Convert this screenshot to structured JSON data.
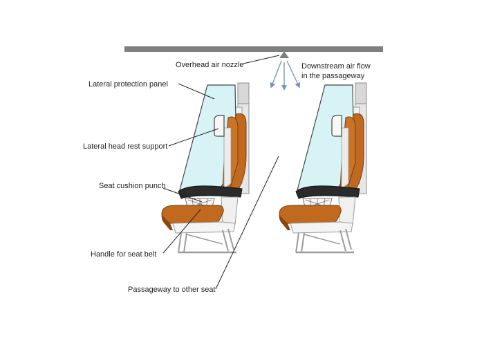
{
  "labels": {
    "overhead_nozzle": "Overhead air nozzle",
    "downstream_flow_line1": "Downstream air flow",
    "downstream_flow_line2": "in the passageway",
    "lateral_panel": "Lateral protection panel",
    "head_rest_support": "Lateral head rest support",
    "cushion_punch": "Seat cushion punch",
    "seat_belt_handle": "Handle for seat belt",
    "passageway": "Passageway to other seat"
  },
  "colors": {
    "duct": "#7f7f7f",
    "panel_fill": "#d7f3f6",
    "panel_stroke": "#444444",
    "cushion": "#bf6a1e",
    "cushion_dark": "#8a4512",
    "frame": "#e8e8e8",
    "frame_stroke": "#9a9a9a",
    "airflow": "#6d8fc4",
    "seat_black": "#2b2b2b"
  },
  "icons": {
    "nozzle": "nozzle-triangle",
    "airflow": "arrow-down",
    "seat": "aircraft-seat"
  }
}
